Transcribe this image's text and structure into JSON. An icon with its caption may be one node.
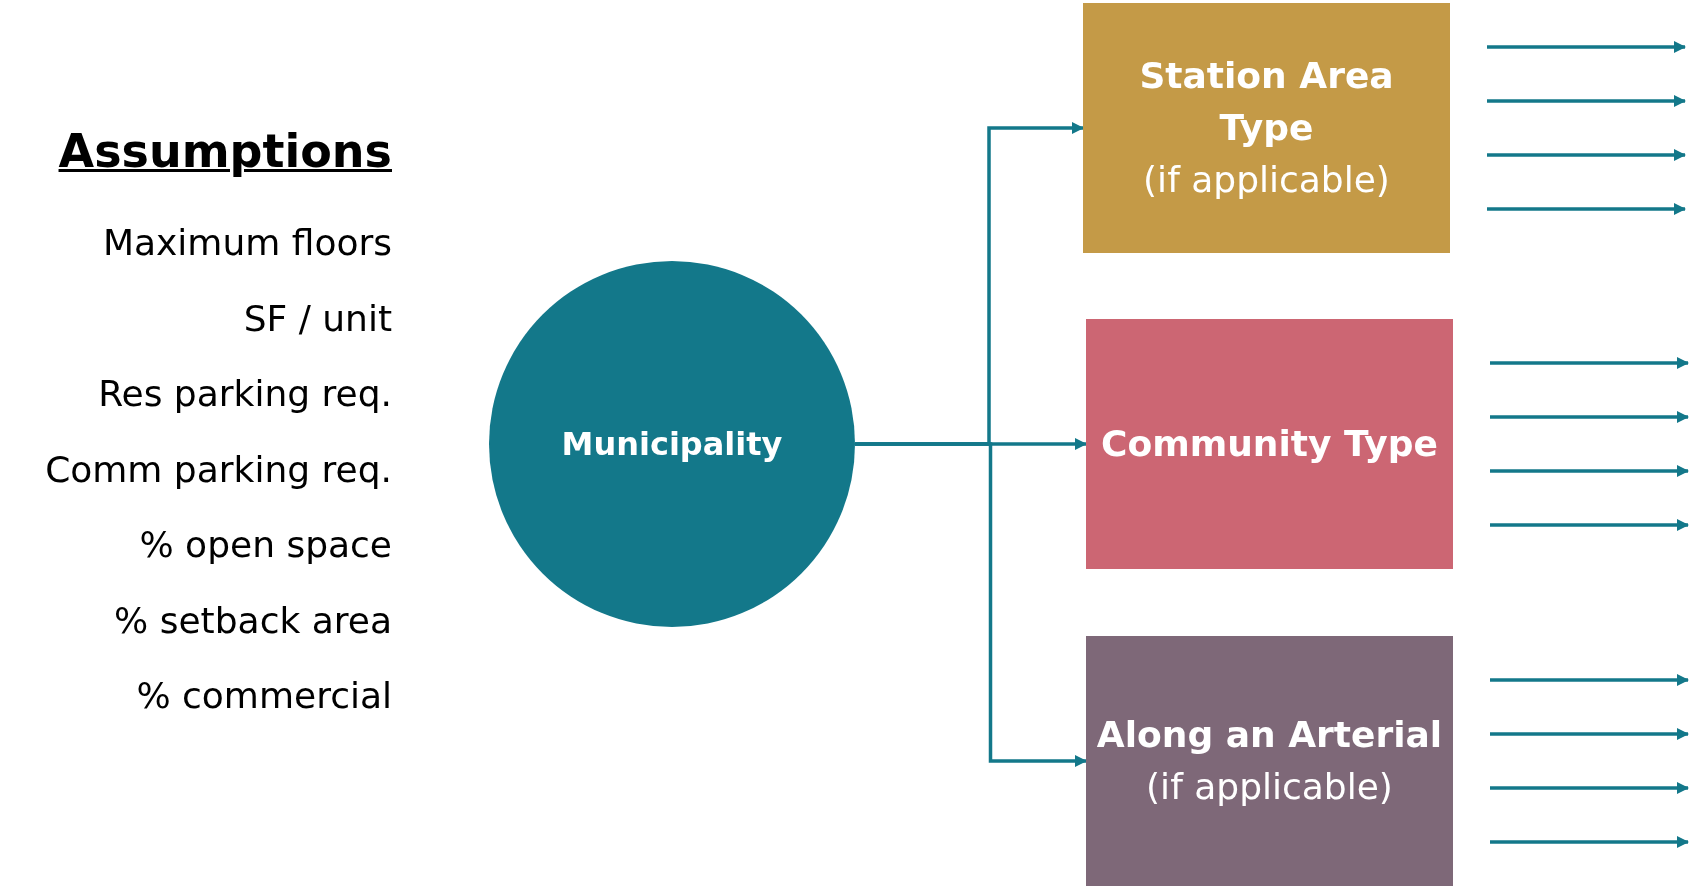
{
  "diagram": {
    "nodes": [
      {
        "text": [
          "Municipality"
        ]
      },
      {
        "text": [
          "Station Area Type",
          "(if applicable)"
        ]
      },
      {
        "text": [
          "Community Type"
        ]
      },
      {
        "text": [
          "Along an Arterial",
          "(if applicable)"
        ]
      }
    ],
    "edges": [
      {
        "from": 0,
        "to": 1,
        "arrow": "to"
      },
      {
        "from": 0,
        "to": 2,
        "arrow": "to"
      },
      {
        "from": 0,
        "to": 3,
        "arrow": "to"
      },
      {
        "from": 1,
        "to": null,
        "arrow": "to"
      },
      {
        "from": 1,
        "to": null,
        "arrow": "to"
      },
      {
        "from": 1,
        "to": null,
        "arrow": "to"
      },
      {
        "from": 1,
        "to": null,
        "arrow": "to"
      },
      {
        "from": 2,
        "to": null,
        "arrow": "to"
      },
      {
        "from": 2,
        "to": null,
        "arrow": "to"
      },
      {
        "from": 2,
        "to": null,
        "arrow": "to"
      },
      {
        "from": 2,
        "to": null,
        "arrow": "to"
      },
      {
        "from": 3,
        "to": null,
        "arrow": "to"
      },
      {
        "from": 3,
        "to": null,
        "arrow": "to"
      },
      {
        "from": 3,
        "to": null,
        "arrow": "to"
      },
      {
        "from": 3,
        "to": null,
        "arrow": "to"
      }
    ],
    "labels": [
      "Assumptions",
      "Maximum floors",
      "SF / unit",
      "Res parking req.",
      "Comm parking req.",
      "% open space",
      "% setback area",
      "% commercial"
    ]
  }
}
